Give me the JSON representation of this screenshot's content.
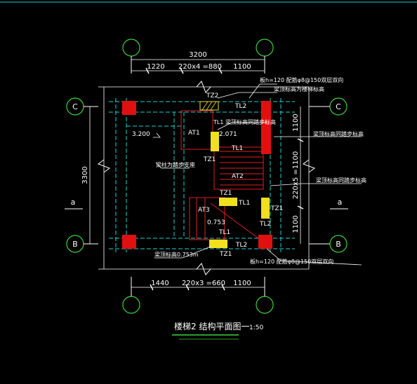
{
  "drawing": {
    "title": "楼梯2 结构平面图一",
    "scale": "1:50",
    "overall_width": "3200",
    "overall_depth": "3300",
    "top_dims": [
      "1220",
      "220x4 =880",
      "1100"
    ],
    "bottom_dims": [
      "1440",
      "220x3 =660",
      "1100"
    ],
    "right_dims": [
      "1100",
      "220x5 =1100",
      "1100"
    ],
    "axis_labels": {
      "top": "C",
      "bottom": "B",
      "section": "a"
    },
    "level_top": "3.200",
    "level_mid": "0.753",
    "level_mid2": "2.071",
    "notes": {
      "top_slab": "板h=120 配筋φ8@150双层双向",
      "bottom_slab": "板h=120 配筋φ8@150双层双向",
      "top_beam": "梁顶标高为楼梯标高",
      "beam_ref_left": "TL1 梁顶标高同踏步标高",
      "right_ref_1": "梁顶标高同踏步标高",
      "right_ref_2": "梁顶标高同踏步标高",
      "slab_support": "梁柱为踏步支座",
      "bottom_level": "梁顶标高0.753m"
    },
    "labels": {
      "tz2": "TZ2",
      "tz1": "TZ1",
      "tl1": "TL1",
      "tl2": "TL2",
      "at1": "AT1",
      "at2": "AT2",
      "at3": "AT3"
    }
  }
}
